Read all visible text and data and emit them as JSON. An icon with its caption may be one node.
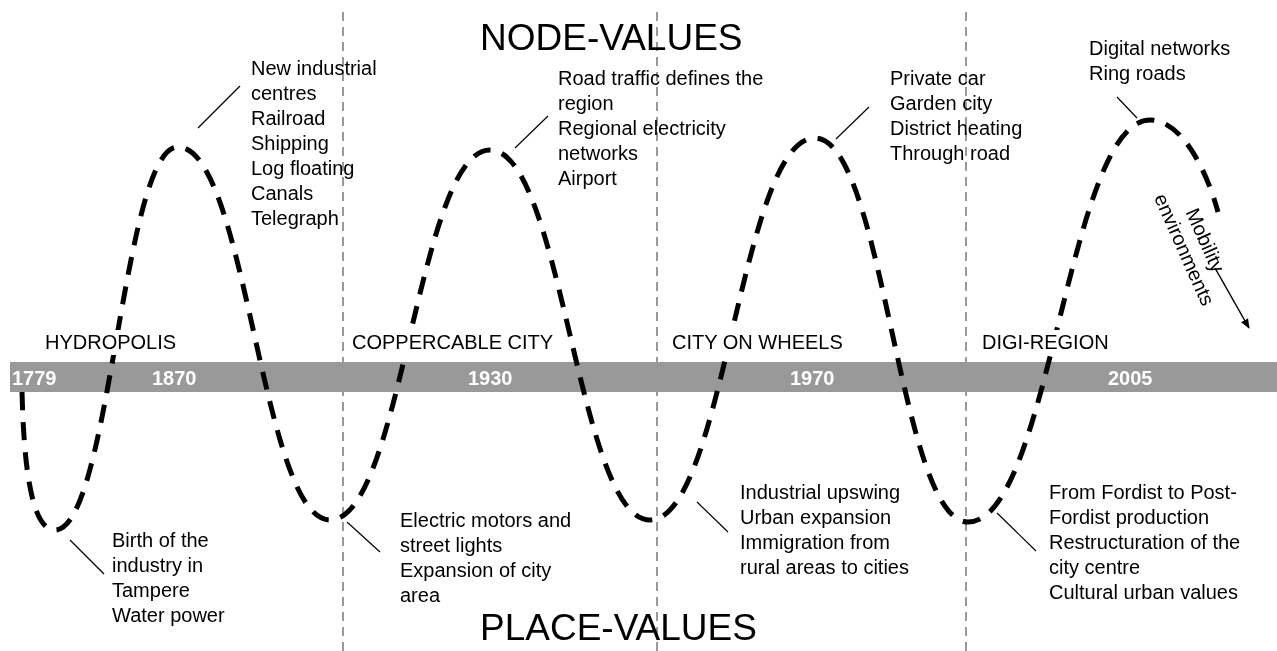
{
  "diagram": {
    "nodes": [
      {
        "text": [
          "Birth of the industry in Tampere",
          "Water power"
        ]
      },
      {
        "text": [
          "New industrial centres",
          "Railroad",
          "Shipping",
          "Log floating",
          "Canals",
          "Telegraph"
        ]
      },
      {
        "text": [
          "Electric motors and street lights",
          "Expansion of city area"
        ]
      },
      {
        "text": [
          "Road traffic defines the region",
          "Regional electricity networks",
          "Airport"
        ]
      },
      {
        "text": [
          "Industrial upswing",
          "Urban expansion",
          "Immigration from rural areas to cities"
        ]
      },
      {
        "text": [
          "Private car",
          "Garden city",
          "District heating",
          "Through road"
        ]
      },
      {
        "text": [
          "From Fordist to Post-Fordist production",
          "Restructuration of the city centre",
          "Cultural urban values"
        ]
      },
      {
        "text": [
          "Digital networks",
          "Ring roads"
        ]
      }
    ],
    "edges": [
      {
        "from": 0,
        "to": null,
        "arrow": "none"
      },
      {
        "from": 1,
        "to": null,
        "arrow": "none"
      },
      {
        "from": 2,
        "to": null,
        "arrow": "none"
      },
      {
        "from": 3,
        "to": null,
        "arrow": "none"
      },
      {
        "from": 4,
        "to": null,
        "arrow": "none"
      },
      {
        "from": 5,
        "to": null,
        "arrow": "none"
      },
      {
        "from": 6,
        "to": null,
        "arrow": "none"
      },
      {
        "from": 7,
        "to": null,
        "arrow": "none"
      }
    ],
    "labels": [
      "NODE-VALUES",
      "Mobility environments",
      "HYDROPOLIS",
      "COPPERCABLE CITY",
      "CITY ON WHEELS",
      "DIGI-REGION",
      "1779",
      "1870",
      "1930",
      "1970",
      "2005",
      "PLACE-VALUES"
    ]
  }
}
